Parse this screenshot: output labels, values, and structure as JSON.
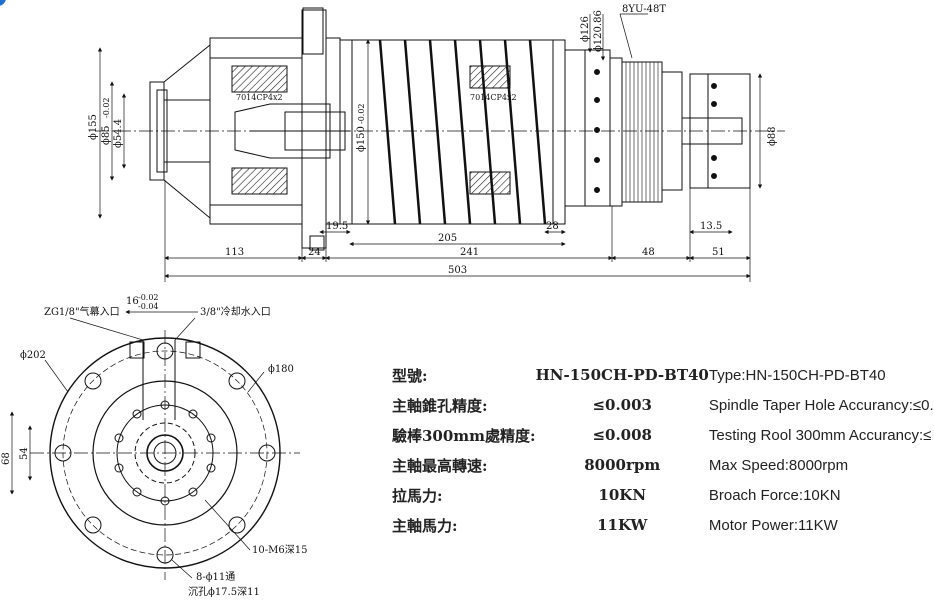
{
  "dimensions": {
    "d155": "ϕ155",
    "d85": "ϕ85",
    "d85_tol": "-0.02",
    "d54": "ϕ54.4",
    "d150": "ϕ150",
    "d150_tol": "-0.02",
    "d126": "ϕ126",
    "d120": "ϕ120.86",
    "belt": "8YU-48T",
    "d88": "ϕ88",
    "bearing_top": "7014CP4x2",
    "bearing_mid": "7014CP4x2",
    "l19": "19.5",
    "l28": "28",
    "l13": "13.5",
    "l205": "205",
    "l113": "113",
    "l24": "24",
    "l241": "241",
    "l48": "48",
    "l51": "51",
    "l503": "503"
  },
  "front_view": {
    "air_port": "ZG1/8\"气幕入口",
    "slot": "16",
    "slot_tol_a": "-0.02",
    "slot_tol_b": "-0.04",
    "coolant_port": "3/8\"冷却水入口",
    "d202": "ϕ202",
    "d180": "ϕ180",
    "h68": "68",
    "h54": "54",
    "thread": "10-M6深15",
    "holes": "8-ϕ11通",
    "counterbore": "沉孔ϕ17.5深11"
  },
  "specs": [
    {
      "label": "型號:",
      "value": "HN-150CH-PD-BT40",
      "english": "Type:HN-150CH-PD-BT40"
    },
    {
      "label": "主軸錐孔精度:",
      "value": "≤0.003",
      "english": "Spindle Taper Hole Accurancy:≤0."
    },
    {
      "label": "驗棒300mm處精度:",
      "value": "≤0.008",
      "english": "Testing Rool 300mm Accurancy:≤"
    },
    {
      "label": "主軸最高轉速:",
      "value": "8000rpm",
      "english": "Max Speed:8000rpm"
    },
    {
      "label": "拉馬力:",
      "value": "10KN",
      "english": "Broach Force:10KN"
    },
    {
      "label": "主軸馬力:",
      "value": "11KW",
      "english": "Motor Power:11KW"
    }
  ]
}
